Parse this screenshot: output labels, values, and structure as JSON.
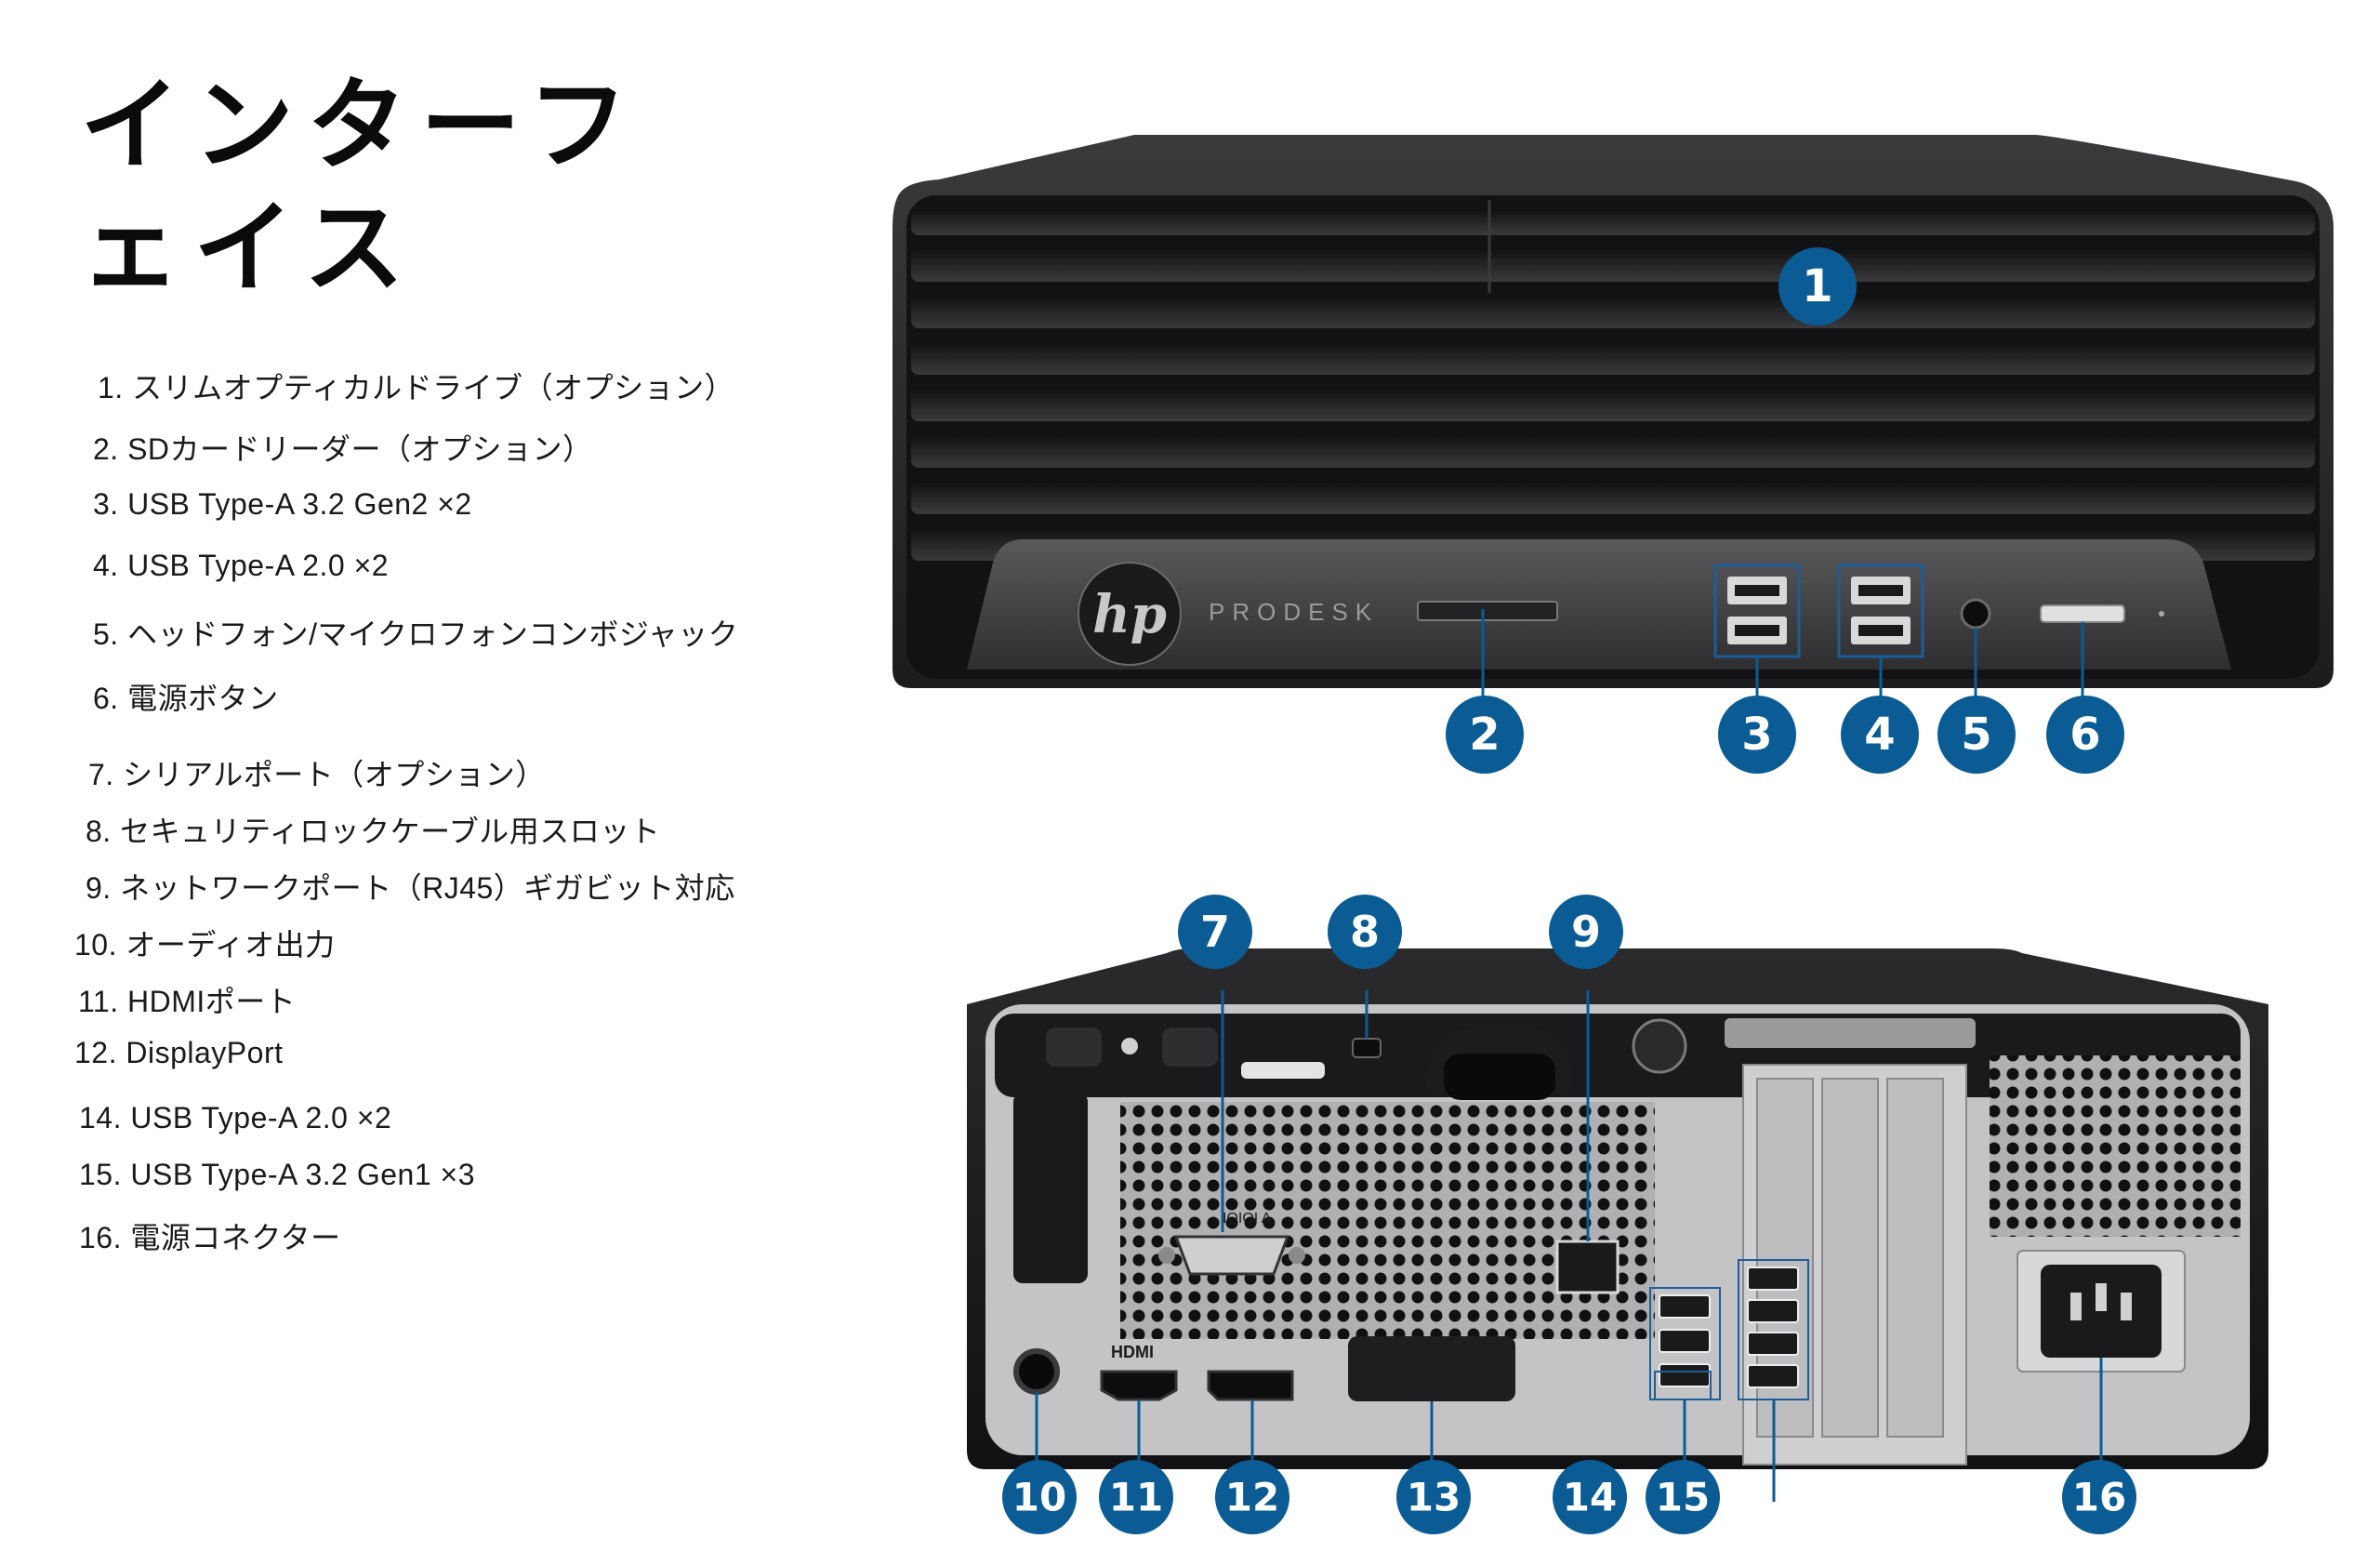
{
  "title": "インターフェイス",
  "features": [
    "1. スリムオプティカルドライブ（オプション）",
    "2. SDカードリーダー（オプション）",
    "3. USB Type-A 3.2 Gen2 ×2",
    "4. USB Type-A 2.0 ×2",
    "5. ヘッドフォン/マイクロフォンコンボジャック",
    "6. 電源ボタン",
    "7. シリアルポート（オプション）",
    "8. セキュリティロックケーブル用スロット",
    "9. ネットワークポート（RJ45）ギガビット対応",
    "10. オーディオ出力",
    "11. HDMIポート",
    "12. DisplayPort",
    "14. USB Type-A 2.0 ×2",
    "15. USB Type-A 3.2 Gen1 ×3",
    "16. 電源コネクター"
  ],
  "device": {
    "logo": "hp",
    "model": "PRODESK",
    "serial_label": "IOIOI A",
    "hdmi_label": "HDMI"
  },
  "callouts": [
    "1",
    "2",
    "3",
    "4",
    "5",
    "6",
    "7",
    "8",
    "9",
    "10",
    "11",
    "12",
    "13",
    "14",
    "15",
    "16"
  ],
  "colors": {
    "badge": "#0b5c95",
    "chassis": "#1c1c1e",
    "panel": "#bcbcbc"
  }
}
